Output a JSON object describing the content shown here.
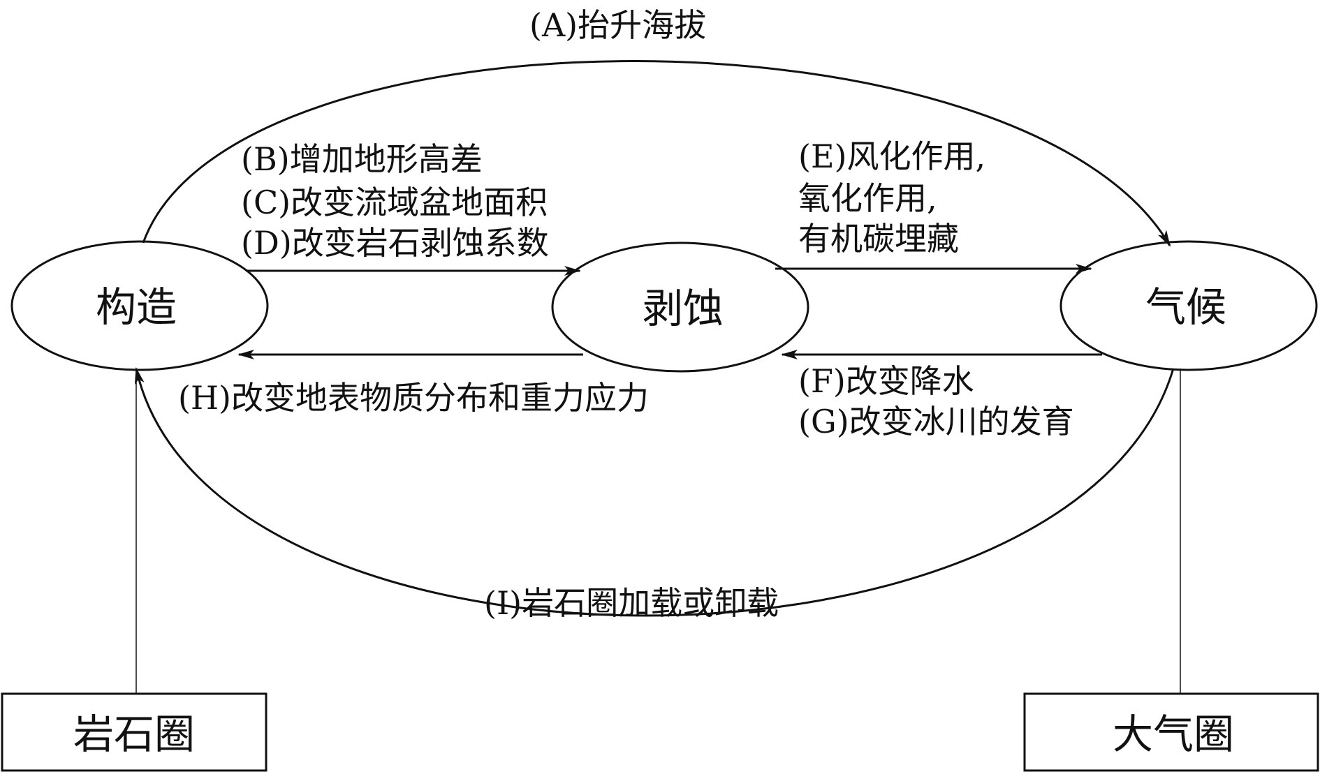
{
  "nodes": {
    "tectonics": "构造",
    "erosion": "剥蚀",
    "climate": "气候"
  },
  "spheres": {
    "lithosphere": "岩石圈",
    "atmosphere": "大气圈"
  },
  "labels": {
    "A": "(A)抬升海拔",
    "B": "(B)增加地形高差",
    "C": "(C)改变流域盆地面积",
    "D": "(D)改变岩石剥蚀系数",
    "E1": "(E)风化作用,",
    "E2": "氧化作用,",
    "E3": "有机碳埋藏",
    "F": "(F)改变降水",
    "G": "(G)改变冰川的发育",
    "H": "(H)改变地表物质分布和重力应力",
    "I": "(I)岩石圈加载或卸载"
  }
}
